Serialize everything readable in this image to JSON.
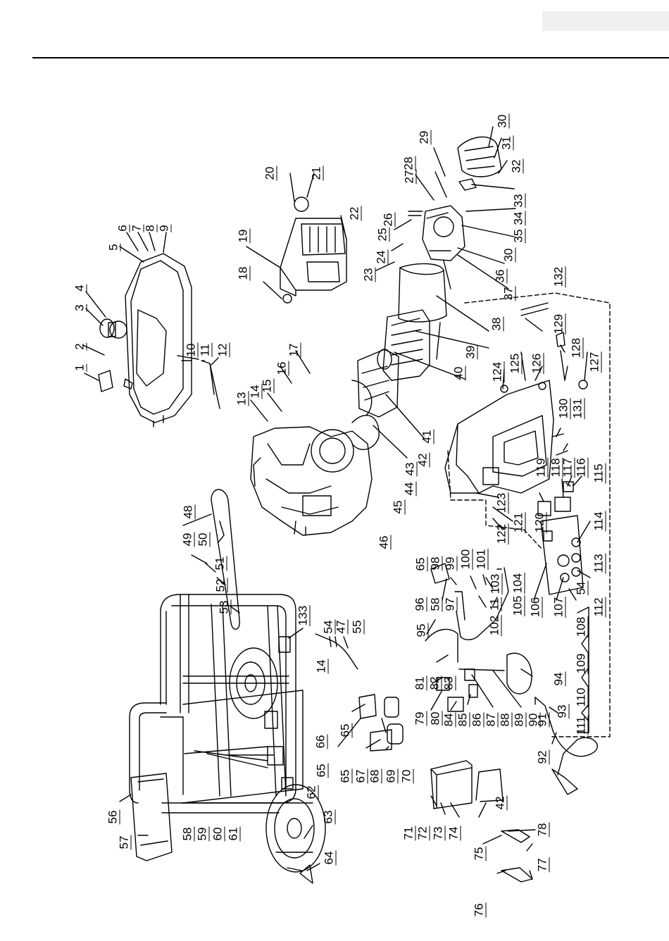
{
  "part_labels": [
    {
      "id": "p1",
      "text": "1"
    },
    {
      "id": "p2",
      "text": "2"
    },
    {
      "id": "p3",
      "text": "3"
    },
    {
      "id": "p4",
      "text": "4"
    },
    {
      "id": "p5",
      "text": "5"
    },
    {
      "id": "p6",
      "text": "6"
    },
    {
      "id": "p7",
      "text": "7"
    },
    {
      "id": "p8",
      "text": "8"
    },
    {
      "id": "p9",
      "text": "9"
    },
    {
      "id": "p10",
      "text": "10"
    },
    {
      "id": "p11",
      "text": "11"
    },
    {
      "id": "p12",
      "text": "12"
    },
    {
      "id": "p13",
      "text": "13"
    },
    {
      "id": "p14",
      "text": "14"
    },
    {
      "id": "p15",
      "text": "15"
    },
    {
      "id": "p16",
      "text": "16"
    },
    {
      "id": "p17",
      "text": "17"
    },
    {
      "id": "p18",
      "text": "18"
    },
    {
      "id": "p19",
      "text": "19"
    },
    {
      "id": "p20",
      "text": "20"
    },
    {
      "id": "p21",
      "text": "21"
    },
    {
      "id": "p22",
      "text": "22"
    },
    {
      "id": "p23",
      "text": "23"
    },
    {
      "id": "p24",
      "text": "24"
    },
    {
      "id": "p25",
      "text": "25"
    },
    {
      "id": "p26",
      "text": "26"
    },
    {
      "id": "p27",
      "text": "27"
    },
    {
      "id": "p28",
      "text": "28"
    },
    {
      "id": "p29",
      "text": "29"
    },
    {
      "id": "p30a",
      "text": "30"
    },
    {
      "id": "p31",
      "text": "31"
    },
    {
      "id": "p32",
      "text": "32"
    },
    {
      "id": "p33",
      "text": "33"
    },
    {
      "id": "p34",
      "text": "34"
    },
    {
      "id": "p35",
      "text": "35"
    },
    {
      "id": "p30b",
      "text": "30"
    },
    {
      "id": "p36",
      "text": "36"
    },
    {
      "id": "p37",
      "text": "37"
    },
    {
      "id": "p38",
      "text": "38"
    },
    {
      "id": "p39",
      "text": "39"
    },
    {
      "id": "p40",
      "text": "40"
    },
    {
      "id": "p41",
      "text": "41"
    },
    {
      "id": "p42a",
      "text": "42"
    },
    {
      "id": "p43",
      "text": "43"
    },
    {
      "id": "p44",
      "text": "44"
    },
    {
      "id": "p45",
      "text": "45"
    },
    {
      "id": "p46",
      "text": "46"
    },
    {
      "id": "p48",
      "text": "48"
    },
    {
      "id": "p49",
      "text": "49"
    },
    {
      "id": "p50",
      "text": "50"
    },
    {
      "id": "p51",
      "text": "51"
    },
    {
      "id": "p52",
      "text": "52"
    },
    {
      "id": "p53",
      "text": "53"
    },
    {
      "id": "p54a",
      "text": "54"
    },
    {
      "id": "p47",
      "text": "47"
    },
    {
      "id": "p55",
      "text": "55"
    },
    {
      "id": "p14b",
      "text": "14"
    },
    {
      "id": "p133",
      "text": "133"
    },
    {
      "id": "p56",
      "text": "56"
    },
    {
      "id": "p57",
      "text": "57"
    },
    {
      "id": "p58a",
      "text": "58"
    },
    {
      "id": "p59",
      "text": "59"
    },
    {
      "id": "p60",
      "text": "60"
    },
    {
      "id": "p61",
      "text": "61"
    },
    {
      "id": "p62",
      "text": "62"
    },
    {
      "id": "p63",
      "text": "63"
    },
    {
      "id": "p64",
      "text": "64"
    },
    {
      "id": "p65a",
      "text": "65"
    },
    {
      "id": "p66",
      "text": "66"
    },
    {
      "id": "p65b",
      "text": "65"
    },
    {
      "id": "p65c",
      "text": "65"
    },
    {
      "id": "p67",
      "text": "67"
    },
    {
      "id": "p68",
      "text": "68"
    },
    {
      "id": "p69",
      "text": "69"
    },
    {
      "id": "p70",
      "text": "70"
    },
    {
      "id": "p71",
      "text": "71"
    },
    {
      "id": "p72",
      "text": "72"
    },
    {
      "id": "p73",
      "text": "73"
    },
    {
      "id": "p74",
      "text": "74"
    },
    {
      "id": "p42b",
      "text": "42"
    },
    {
      "id": "p75",
      "text": "75"
    },
    {
      "id": "p76",
      "text": "76"
    },
    {
      "id": "p77",
      "text": "77"
    },
    {
      "id": "p78",
      "text": "78"
    },
    {
      "id": "p79",
      "text": "79"
    },
    {
      "id": "p80",
      "text": "80"
    },
    {
      "id": "p81",
      "text": "81"
    },
    {
      "id": "p82",
      "text": "82"
    },
    {
      "id": "p83",
      "text": "83"
    },
    {
      "id": "p84",
      "text": "84"
    },
    {
      "id": "p85",
      "text": "85"
    },
    {
      "id": "p86",
      "text": "86"
    },
    {
      "id": "p87",
      "text": "87"
    },
    {
      "id": "p88",
      "text": "88"
    },
    {
      "id": "p89",
      "text": "89"
    },
    {
      "id": "p90",
      "text": "90"
    },
    {
      "id": "p91",
      "text": "91"
    },
    {
      "id": "p92",
      "text": "92"
    },
    {
      "id": "p93",
      "text": "93"
    },
    {
      "id": "p94",
      "text": "94"
    },
    {
      "id": "p95",
      "text": "95"
    },
    {
      "id": "p96",
      "text": "96"
    },
    {
      "id": "p58b",
      "text": "58"
    },
    {
      "id": "p97",
      "text": "97"
    },
    {
      "id": "p65d",
      "text": "65"
    },
    {
      "id": "p98",
      "text": "98"
    },
    {
      "id": "p99",
      "text": "99"
    },
    {
      "id": "p100",
      "text": "100"
    },
    {
      "id": "p101",
      "text": "101"
    },
    {
      "id": "p102",
      "text": "102"
    },
    {
      "id": "p103",
      "text": "103"
    },
    {
      "id": "p11b",
      "text": "11"
    },
    {
      "id": "p104",
      "text": "104"
    },
    {
      "id": "p105",
      "text": "105"
    },
    {
      "id": "p106",
      "text": "106"
    },
    {
      "id": "p107",
      "text": "107"
    },
    {
      "id": "p54b",
      "text": "54"
    },
    {
      "id": "p108",
      "text": "108"
    },
    {
      "id": "p109",
      "text": "109"
    },
    {
      "id": "p110",
      "text": "110"
    },
    {
      "id": "p111",
      "text": "111"
    },
    {
      "id": "p112",
      "text": "112"
    },
    {
      "id": "p113",
      "text": "113"
    },
    {
      "id": "p114",
      "text": "114"
    },
    {
      "id": "p115",
      "text": "115"
    },
    {
      "id": "p116",
      "text": "116"
    },
    {
      "id": "p117",
      "text": "117"
    },
    {
      "id": "p118",
      "text": "118"
    },
    {
      "id": "p119",
      "text": "119"
    },
    {
      "id": "p120",
      "text": "120"
    },
    {
      "id": "p121",
      "text": "121"
    },
    {
      "id": "p122",
      "text": "122"
    },
    {
      "id": "p123",
      "text": "123"
    },
    {
      "id": "p124",
      "text": "124"
    },
    {
      "id": "p125",
      "text": "125"
    },
    {
      "id": "p126",
      "text": "126"
    },
    {
      "id": "p127",
      "text": "127"
    },
    {
      "id": "p128",
      "text": "128"
    },
    {
      "id": "p129",
      "text": "129"
    },
    {
      "id": "p130",
      "text": "130"
    },
    {
      "id": "p131",
      "text": "131"
    },
    {
      "id": "p132",
      "text": "132"
    }
  ],
  "colors": {
    "ink": "#000000",
    "paper": "#ffffff",
    "header_tab": "#efefef"
  }
}
